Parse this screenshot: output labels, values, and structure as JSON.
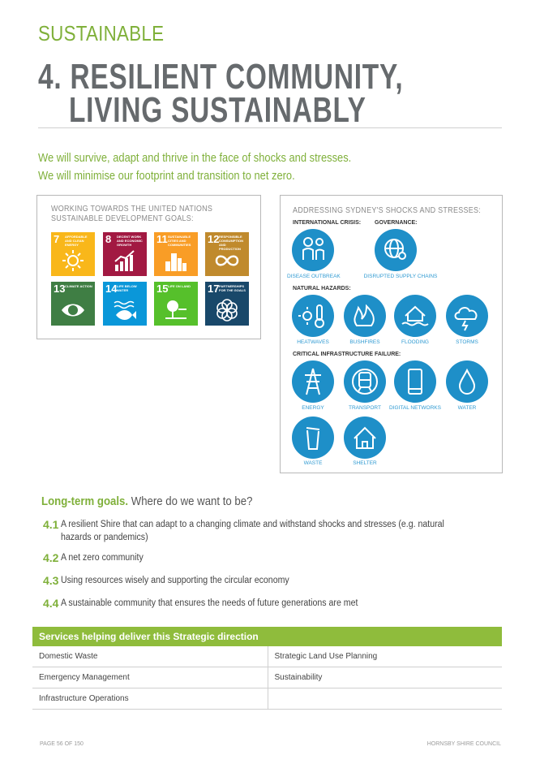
{
  "header": {
    "section": "SUSTAINABLE",
    "title_line1": "4. RESILIENT COMMUNITY,",
    "title_line2": "LIVING SUSTAINABLY"
  },
  "intro": [
    "We will survive, adapt and thrive in the face of shocks and stresses.",
    "We will minimise our footprint and transition to net zero."
  ],
  "sdg_box": {
    "heading_line1": "WORKING TOWARDS THE UNITED NATIONS",
    "heading_line2": "SUSTAINABLE DEVELOPMENT GOALS:",
    "tiles": [
      {
        "num": "7",
        "label": "AFFORDABLE AND CLEAN ENERGY",
        "color": "#f9b71a",
        "icon": "sun-icon"
      },
      {
        "num": "8",
        "label": "DECENT WORK AND ECONOMIC GROWTH",
        "color": "#a21942",
        "icon": "growth-chart-icon"
      },
      {
        "num": "11",
        "label": "SUSTAINABLE CITIES AND COMMUNITIES",
        "color": "#f99d26",
        "icon": "city-icon"
      },
      {
        "num": "12",
        "label": "RESPONSIBLE CONSUMPTION AND PRODUCTION",
        "color": "#c08a2d",
        "icon": "infinity-icon"
      },
      {
        "num": "13",
        "label": "CLIMATE ACTION",
        "color": "#3f7e44",
        "icon": "eye-globe-icon"
      },
      {
        "num": "14",
        "label": "LIFE BELOW WATER",
        "color": "#0a97d9",
        "icon": "fish-icon"
      },
      {
        "num": "15",
        "label": "LIFE ON LAND",
        "color": "#56c02b",
        "icon": "tree-icon"
      },
      {
        "num": "17",
        "label": "PARTNERSHIPS FOR THE GOALS",
        "color": "#19486a",
        "icon": "flower-ring-icon"
      }
    ]
  },
  "hazards_box": {
    "heading": "ADDRESSING SYDNEY'S SHOCKS AND STRESSES:",
    "international_crisis": "INTERNATIONAL CRISIS:",
    "governance": "GOVERNANCE:",
    "natural_hazards": "NATURAL HAZARDS:",
    "critical_infra": "CRITICAL INFRASTRUCTURE FAILURE:",
    "items": {
      "disease": "DISEASE OUTBREAK",
      "supply": "DISRUPTED SUPPLY CHAINS",
      "heatwaves": "HEATWAVES",
      "bushfires": "BUSHFIRES",
      "flooding": "FLOODING",
      "storms": "STORMS",
      "energy": "ENERGY",
      "transport": "TRANSPORT",
      "digital": "DIGITAL NETWORKS",
      "water": "WATER",
      "waste": "WASTE",
      "shelter": "SHELTER"
    },
    "circle_color": "#1e8fc8"
  },
  "goals": {
    "heading_bold": "Long-term goals.",
    "heading_rest": "Where do we want to be?",
    "items": [
      {
        "num": "4.1",
        "text": "A resilient Shire that can adapt to a changing climate and withstand shocks and stresses (e.g. natural hazards or pandemics)"
      },
      {
        "num": "4.2",
        "text": "A net zero community"
      },
      {
        "num": "4.3",
        "text": "Using resources wisely and supporting the circular economy"
      },
      {
        "num": "4.4",
        "text": "A sustainable community that ensures the needs of future generations are met"
      }
    ]
  },
  "services": {
    "heading": "Services helping deliver this Strategic direction",
    "rows": [
      [
        "Domestic Waste",
        "Strategic Land Use Planning"
      ],
      [
        "Emergency Management",
        "Sustainability"
      ],
      [
        "Infrastructure Operations",
        ""
      ]
    ]
  },
  "footer": {
    "page": "PAGE 56 OF 150",
    "org": "HORNSBY SHIRE COUNCIL"
  },
  "colors": {
    "accent_green": "#7fb03a",
    "title_grey": "#666a6d",
    "table_header": "#8fbc3c"
  }
}
